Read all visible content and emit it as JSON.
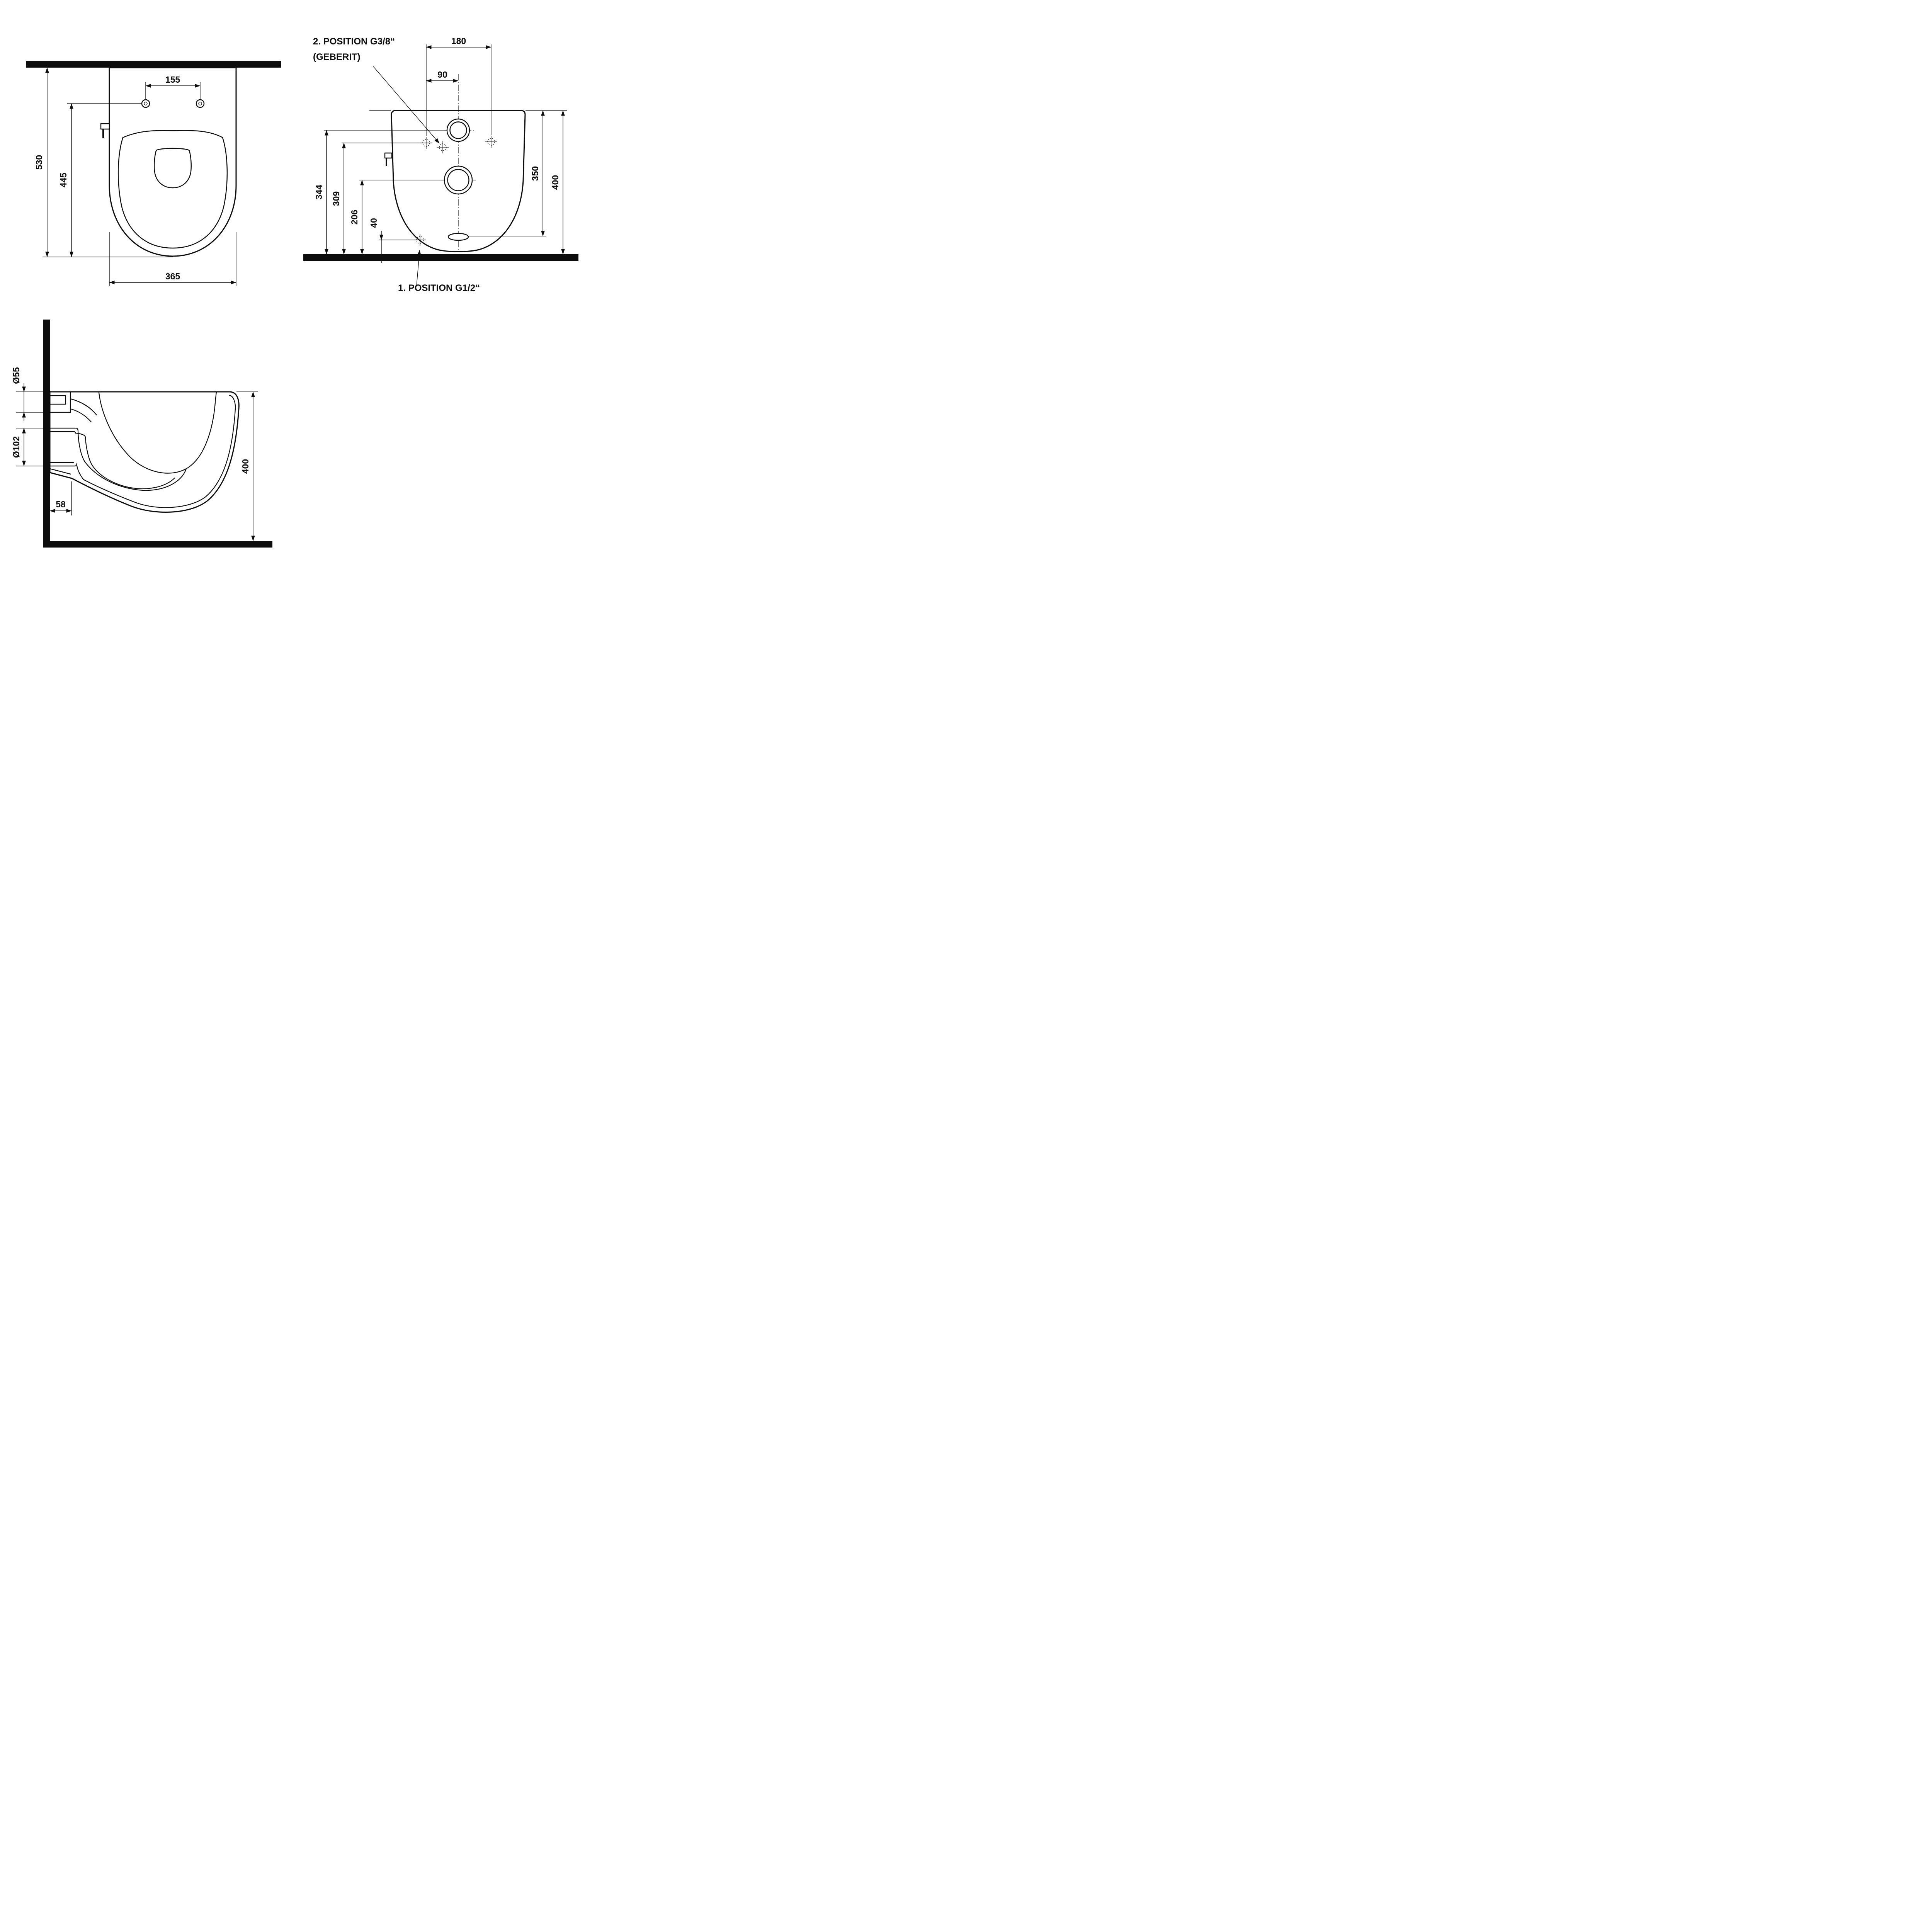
{
  "drawing": {
    "views": {
      "plan": {
        "dims": {
          "seat_hole_spacing": "155",
          "depth_total": "530",
          "holes_to_front": "445",
          "width": "365"
        }
      },
      "rear": {
        "labels": {
          "pos_g38": "2. POSITION G3/8“",
          "pos_g38_sub": "(GEBERIT)",
          "pos_g12": "1. POSITION G1/2“"
        },
        "dims": {
          "fixing_span": "180",
          "inlet_offset": "90",
          "inlet_height": "344",
          "g38_height": "309",
          "drain_height": "206",
          "g12_height": "40",
          "outlet_drop": "350",
          "total_height": "400"
        }
      },
      "side": {
        "dims": {
          "inlet_diameter": "Ø55",
          "drain_diameter": "Ø102",
          "bottom_wall_offset": "58",
          "total_height": "400"
        }
      }
    }
  }
}
